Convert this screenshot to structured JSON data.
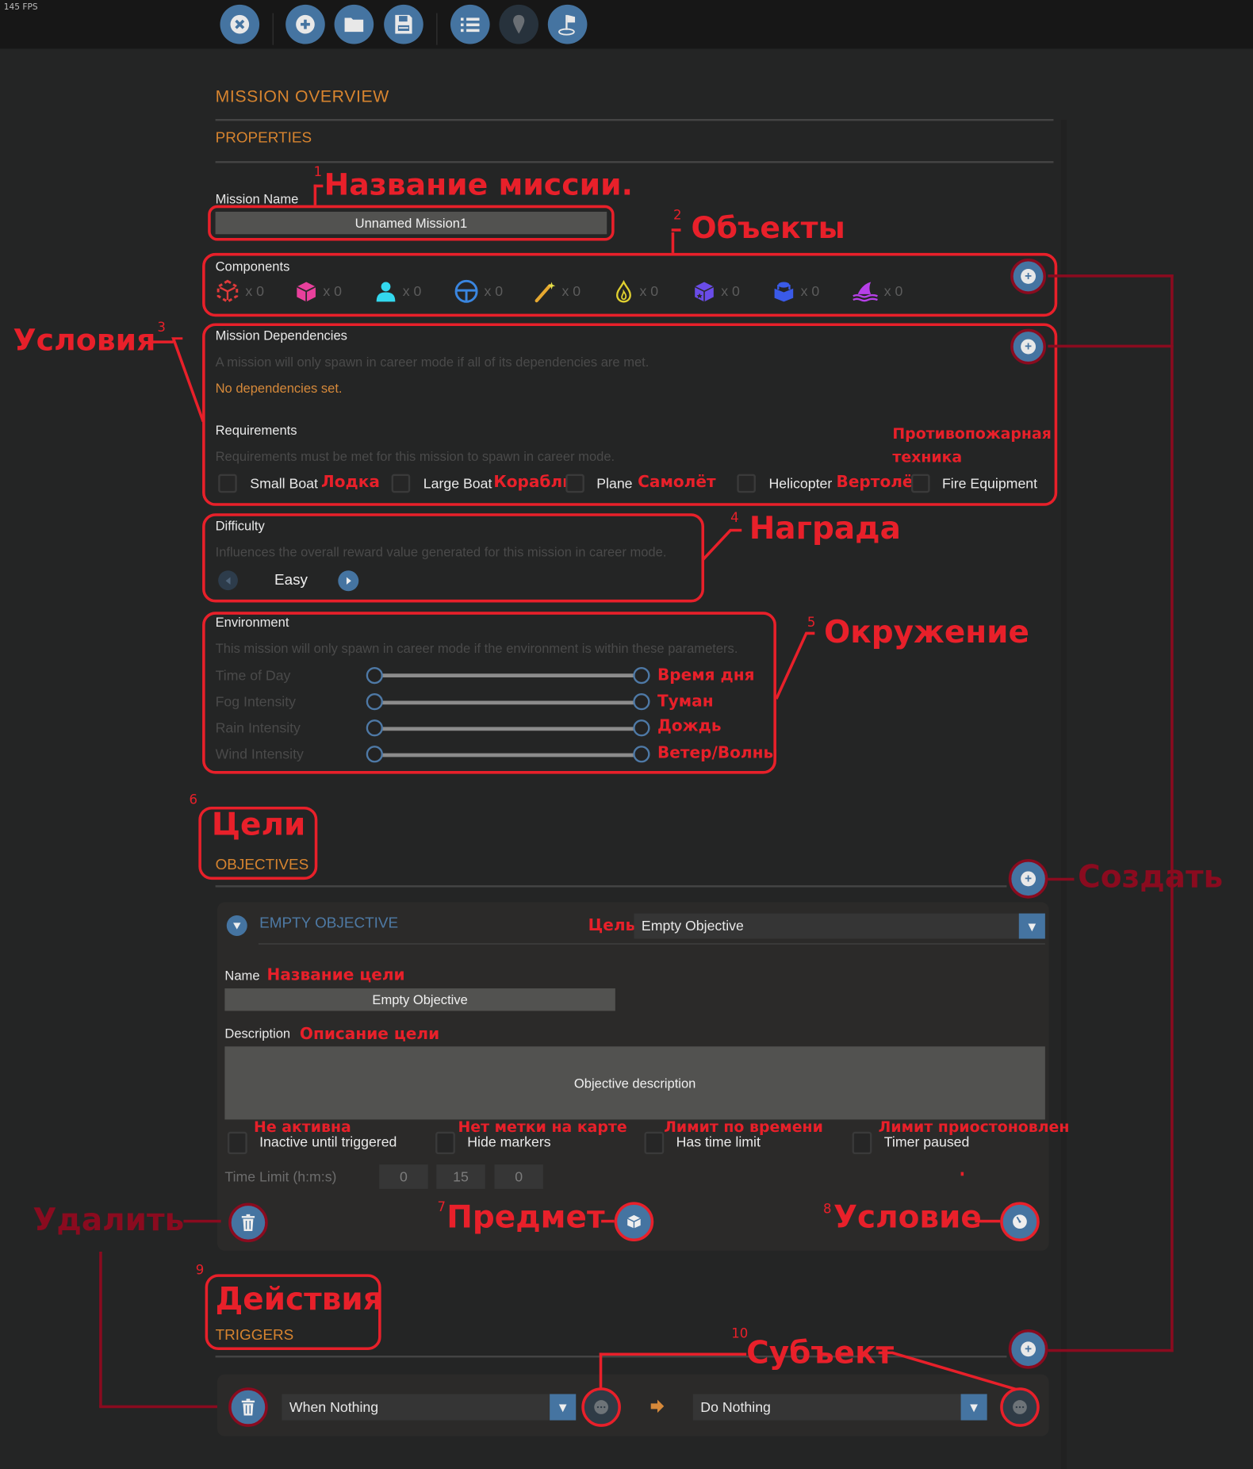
{
  "fps": "145 FPS",
  "toolbar": {
    "buttons": [
      {
        "icon": "close-icon",
        "enabled": true
      },
      {
        "icon": "add-icon",
        "enabled": true
      },
      {
        "icon": "folder-icon",
        "enabled": true
      },
      {
        "icon": "save-icon",
        "enabled": true
      },
      {
        "icon": "list-icon",
        "enabled": true
      },
      {
        "icon": "map-pin-icon",
        "enabled": false
      },
      {
        "icon": "flag-icon",
        "enabled": true
      }
    ]
  },
  "overview": {
    "title": "MISSION OVERVIEW",
    "properties_title": "PROPERTIES",
    "mission_name_label": "Mission Name",
    "mission_name_value": "Unnamed Mission1",
    "components_label": "Components",
    "components": [
      {
        "icon": "zone-icon",
        "color": "#e03a3a",
        "count": "x 0"
      },
      {
        "icon": "object-cube-icon",
        "color": "#e8409c",
        "count": "x 0"
      },
      {
        "icon": "character-icon",
        "color": "#33d8ee",
        "count": "x 0"
      },
      {
        "icon": "vehicle-wheel-icon",
        "color": "#3a86e0",
        "count": "x 0"
      },
      {
        "icon": "flare-icon",
        "color": "#e6a830",
        "count": "x 0"
      },
      {
        "icon": "fire-icon",
        "color": "#e0d030",
        "count": "x 0"
      },
      {
        "icon": "loot-cube-icon",
        "color": "#6a4ce8",
        "count": "x 0"
      },
      {
        "icon": "barrel-icon",
        "color": "#3a5ae8",
        "count": "x 0"
      },
      {
        "icon": "shark-icon",
        "color": "#b640e8",
        "count": "x 0"
      }
    ],
    "dependencies": {
      "label": "Mission Dependencies",
      "hint": "A mission will only spawn in career mode if all of its dependencies are met.",
      "status": "No dependencies set."
    },
    "requirements": {
      "label": "Requirements",
      "hint": "Requirements must be met for this mission to spawn in career mode.",
      "options": [
        {
          "label": "Small Boat",
          "checked": false
        },
        {
          "label": "Large Boat",
          "checked": false
        },
        {
          "label": "Plane",
          "checked": false
        },
        {
          "label": "Helicopter",
          "checked": false
        },
        {
          "label": "Fire Equipment",
          "checked": false
        }
      ]
    },
    "difficulty": {
      "label": "Difficulty",
      "hint": "Influences the overall reward value generated for this mission in career mode.",
      "value": "Easy"
    },
    "environment": {
      "label": "Environment",
      "hint": "This mission will only spawn in career mode if the environment is within these parameters.",
      "sliders": [
        {
          "label": "Time of Day",
          "min": 0,
          "max": 1
        },
        {
          "label": "Fog Intensity",
          "min": 0,
          "max": 1
        },
        {
          "label": "Rain Intensity",
          "min": 0,
          "max": 1
        },
        {
          "label": "Wind Intensity",
          "min": 0,
          "max": 1
        }
      ]
    }
  },
  "objectives": {
    "title": "OBJECTIVES",
    "item": {
      "header": "EMPTY OBJECTIVE",
      "type_value": "Empty Objective",
      "name_label": "Name",
      "name_value": "Empty Objective",
      "description_label": "Description",
      "description_value": "Objective description",
      "flags": [
        {
          "label": "Inactive until triggered",
          "checked": false
        },
        {
          "label": "Hide markers",
          "checked": false
        },
        {
          "label": "Has time limit",
          "checked": false
        },
        {
          "label": "Timer paused",
          "checked": false
        }
      ],
      "time_limit_label": "Time Limit (h:m:s)",
      "time_limit": [
        "0",
        "15",
        "0"
      ]
    }
  },
  "triggers": {
    "title": "TRIGGERS",
    "rows": [
      {
        "condition": "When Nothing",
        "action": "Do Nothing"
      }
    ]
  },
  "annotations": {
    "n1": "1",
    "mission_name": "Название миссии.",
    "n2": "2",
    "objects": "Объекты",
    "n3": "3",
    "conditions": "Условия",
    "fire_equipment_1": "Противопожарная",
    "fire_equipment_2": "техника",
    "small_boat": "Лодка",
    "large_boat": "Корабль",
    "plane": "Самолёт",
    "helicopter": "Вертолёт",
    "n4": "4",
    "reward": "Награда",
    "n5": "5",
    "environment": "Окружение",
    "time_of_day": "Время дня",
    "fog": "Туман",
    "rain": "Дождь",
    "wind": "Ветер/Волны",
    "n6": "6",
    "objectives": "Цели",
    "create": "Создать",
    "goal": "Цель",
    "goal_name": "Название цели",
    "goal_description": "Описание цели",
    "inactive": "Не активна",
    "no_marker": "Нет метки на карте",
    "time_limit": "Лимит по времени",
    "limit_paused": "Лимит приостоновлен",
    "delete": "Удалить",
    "n7": "7",
    "item": "Предмет",
    "n8": "8",
    "condition": "Условие",
    "n9": "9",
    "actions": "Действия",
    "n10": "10",
    "subject": "Субъект"
  }
}
